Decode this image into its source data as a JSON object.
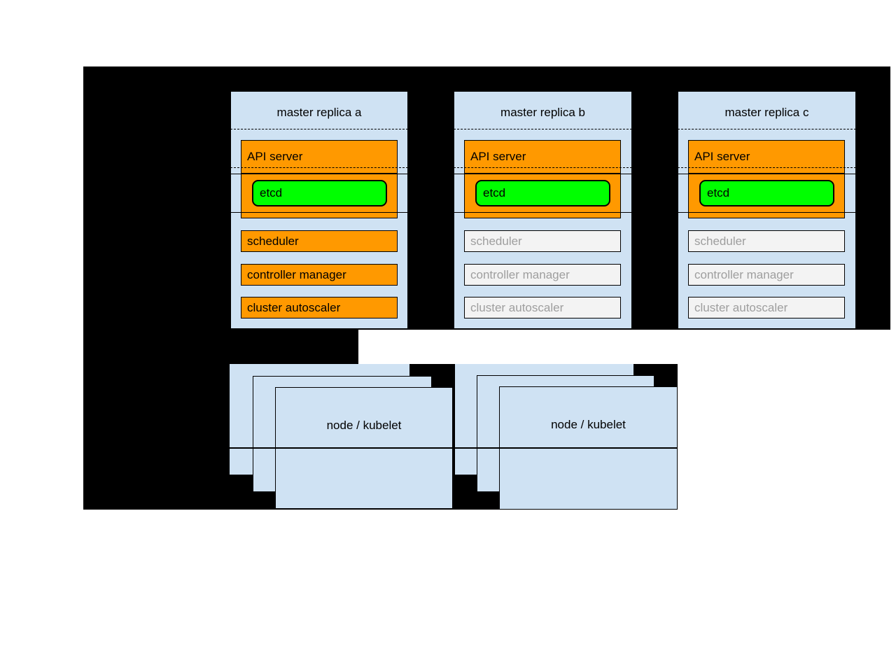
{
  "masters": [
    {
      "title": "master replica a",
      "state": "active"
    },
    {
      "title": "master replica b",
      "state": "standby"
    },
    {
      "title": "master replica c",
      "state": "standby"
    }
  ],
  "components": {
    "api_server": "API server",
    "etcd": "etcd",
    "scheduler": "scheduler",
    "controller_manager": "controller manager",
    "cluster_autoscaler": "cluster autoscaler"
  },
  "nodes": [
    {
      "label": "node / kubelet"
    },
    {
      "label": "node / kubelet"
    }
  ],
  "colors": {
    "backdrop_black": "#000000",
    "panel_blue": "#cfe2f3",
    "active_orange": "#ff9900",
    "etcd_green": "#00ff00",
    "standby_fill": "#f3f3f3",
    "standby_text": "#9e9e9e"
  }
}
